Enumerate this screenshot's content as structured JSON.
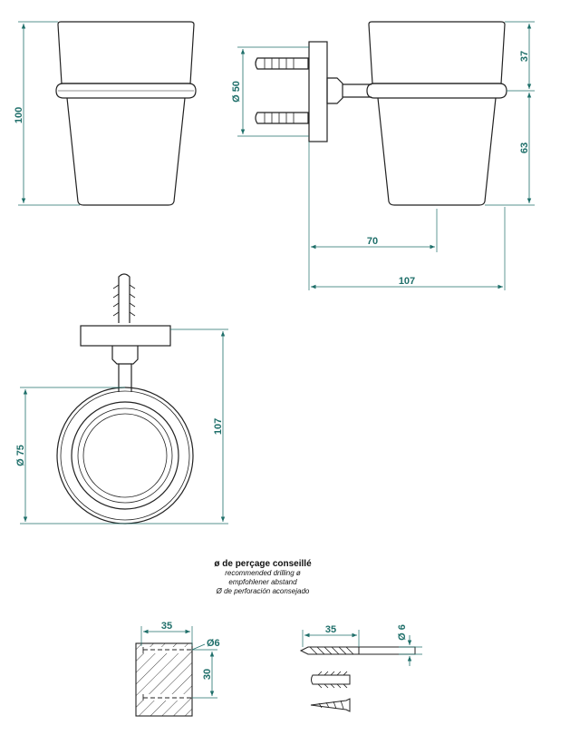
{
  "dimensions": {
    "front_height": "100",
    "wall_plate_diameter": "Ø 50",
    "upper_cup_height": "37",
    "lower_cup_height": "63",
    "wall_to_cup_center": "70",
    "total_projection": "107",
    "top_view_projection": "107",
    "cup_diameter": "Ø 75",
    "drill_depth": "35",
    "drill_diameter": "Ø6",
    "hole_spacing": "30",
    "bit_length": "35",
    "bit_diameter": "Ø 6"
  },
  "caption": {
    "title": "ø de perçage conseillé",
    "line_en": "recommended drilling ø",
    "line_de": "empfohlener abstand",
    "line_es": "Ø de perforación aconsejado"
  },
  "colors": {
    "outline": "#222222",
    "dimension": "#1f6f6a"
  }
}
